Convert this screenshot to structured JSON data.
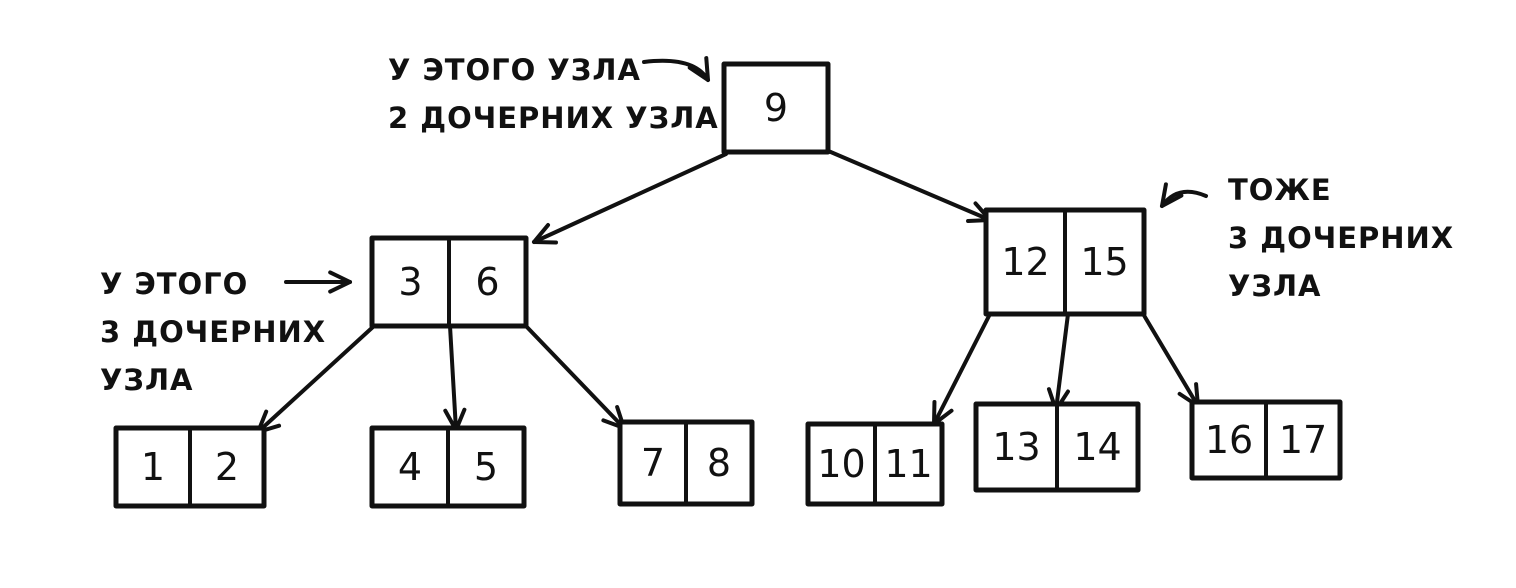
{
  "root": {
    "keys": [
      "9"
    ]
  },
  "internal_nodes": [
    {
      "keys": [
        "3",
        "6"
      ]
    },
    {
      "keys": [
        "12",
        "15"
      ]
    }
  ],
  "leaves": [
    {
      "keys": [
        "1",
        "2"
      ]
    },
    {
      "keys": [
        "4",
        "5"
      ]
    },
    {
      "keys": [
        "7",
        "8"
      ]
    },
    {
      "keys": [
        "10",
        "11"
      ]
    },
    {
      "keys": [
        "13",
        "14"
      ]
    },
    {
      "keys": [
        "16",
        "17"
      ]
    }
  ],
  "annotations": {
    "root_note": [
      "У ЭТОГО УЗЛА",
      "2 ДОЧЕРНИХ УЗЛА"
    ],
    "left_note": [
      "У ЭТОГО",
      "3 ДОЧЕРНИХ",
      "УЗЛА"
    ],
    "right_note": [
      "ТОЖЕ",
      "3 ДОЧЕРНИХ",
      "УЗЛА"
    ]
  },
  "colors": {
    "ink": "#111111",
    "background": "#ffffff"
  }
}
